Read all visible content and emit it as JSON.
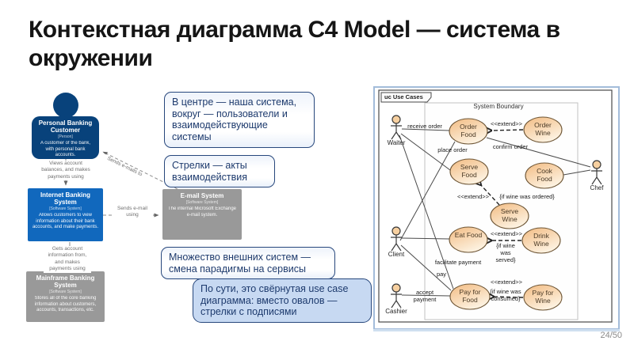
{
  "slide": {
    "title": "Контекстная диаграмма C4 Model — система в окружении",
    "page": "24/50"
  },
  "callouts": [
    {
      "text": "В центре — наша система, вокруг — пользователи и взаимодействующие системы"
    },
    {
      "text": "Стрелки — акты взаимодействия"
    },
    {
      "text": "Множество внешних систем — смена парадигмы на сервисы"
    },
    {
      "text": "По сути, это свёрнутая use case диаграмма: вместо овалов — стрелки с подписями"
    }
  ],
  "c4": {
    "person": {
      "title": "Personal Banking Customer",
      "type": "[Person]",
      "desc": "A customer of the bank, with personal bank accounts."
    },
    "internet": {
      "title": "Internet Banking System",
      "type": "[Software System]",
      "desc": "Allows customers to view information about their bank accounts, and make payments."
    },
    "email": {
      "title": "E-mail System",
      "type": "[Software System]",
      "desc": "The internal Microsoft Exchange e-mail system."
    },
    "mainframe": {
      "title": "Mainframe Banking System",
      "type": "[Software System]",
      "desc": "Stores all of the core banking information about customers, accounts, transactions, etc."
    },
    "relations": {
      "views": "Views account balances, and makes payments using",
      "sends_emails_to": "Sends e-mails to",
      "sends_email_using": "Sends e-mail using",
      "gets_account": "Gets account information from, and makes payments using"
    },
    "colors": {
      "person_box": "#08427b",
      "system_box": "#1168bd",
      "external_box": "#999999"
    }
  },
  "usecase": {
    "frame": "uc Use Cases",
    "boundary": "System Boundary",
    "actors": [
      {
        "name": "Waiter"
      },
      {
        "name": "Client"
      },
      {
        "name": "Cashier"
      },
      {
        "name": "Chef"
      }
    ],
    "cases": [
      {
        "label": "Order Food"
      },
      {
        "label": "Order Wine"
      },
      {
        "label": "Serve Food"
      },
      {
        "label": "Cook Food"
      },
      {
        "label": "Serve Wine"
      },
      {
        "label": "Eat Food"
      },
      {
        "label": "Drink Wine"
      },
      {
        "label": "Pay for Food"
      },
      {
        "label": "Pay for Wine"
      }
    ],
    "labels": {
      "receive_order": "receive order",
      "place_order": "place order",
      "confirm_order": "confirm order",
      "extend": "<<extend>>",
      "if_ordered": "{if wine was ordered}",
      "if_served": "{if wine was served}",
      "if_consumed": "{if wine was consumed}",
      "facilitate_payment": "facilitate payment",
      "pay": "pay",
      "accept_payment": "accept payment"
    },
    "colors": {
      "ellipse_fill": "#f5c28c",
      "panel_border": "#a3bcda"
    }
  }
}
